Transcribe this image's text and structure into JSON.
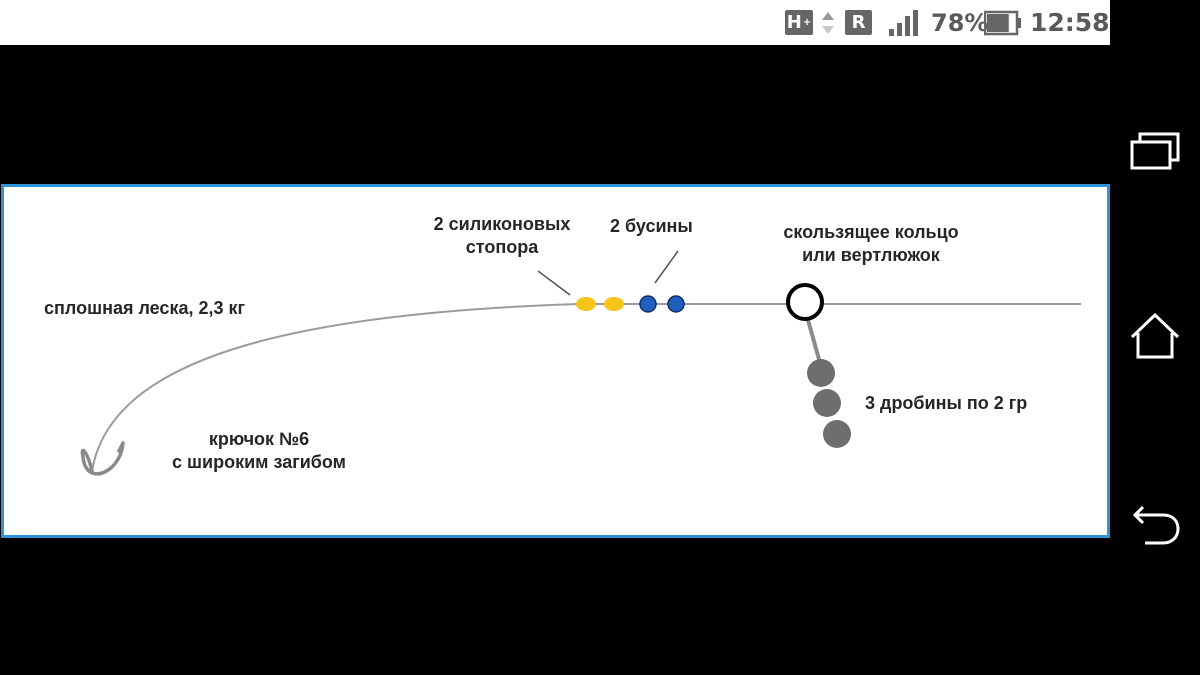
{
  "status_bar": {
    "network_type": "H",
    "network_type_sup": "+",
    "roaming": "R",
    "battery_percent": "78%",
    "battery_level": 0.78,
    "time": "12:58"
  },
  "diagram": {
    "line_label": "сплошная леска, 2,3 кг",
    "stoppers_label_line1": "2 силиконовых",
    "stoppers_label_line2": "стопора",
    "beads_label": "2 бусины",
    "ring_label_line1": "скользящее кольцо",
    "ring_label_line2": "или вертлюжок",
    "shot_label": "3 дробины по 2 гр",
    "hook_label_line1": "крючок №6",
    "hook_label_line2": "с широким загибом",
    "colors": {
      "stopper": "#f5c518",
      "bead": "#1f5fbf",
      "shot": "#6e6e6e",
      "line": "#9b9b9b",
      "frame": "#2f94d6"
    }
  },
  "navigation": {
    "icons": [
      "recent-apps-icon",
      "home-icon",
      "back-icon"
    ]
  }
}
